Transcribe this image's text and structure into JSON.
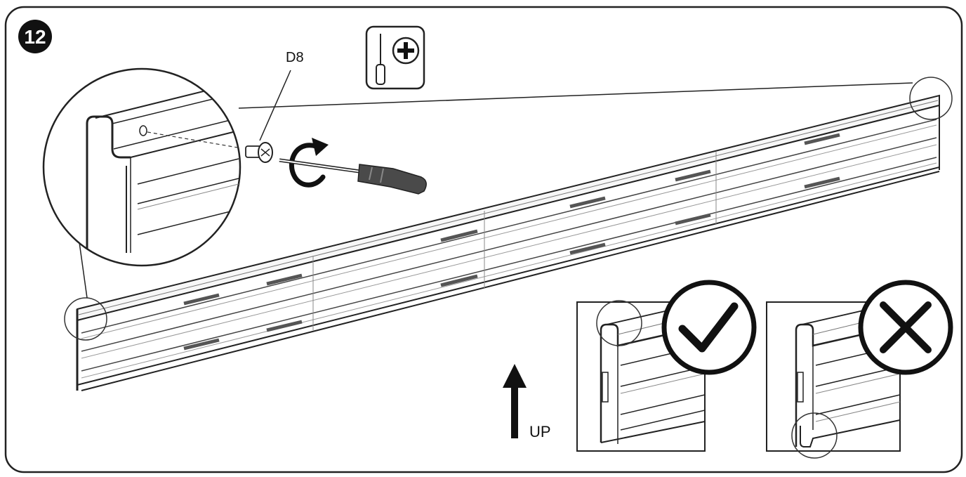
{
  "step": {
    "number": "12"
  },
  "part": {
    "code": "D8"
  },
  "tool": {
    "icon": "phillips-screwdriver-icon"
  },
  "orientation": {
    "label": "UP"
  },
  "comparison": {
    "correct_icon": "checkmark-icon",
    "incorrect_icon": "cross-icon"
  },
  "colors": {
    "line": "#1a1a1a",
    "panel": "#ffffff",
    "shade": "#8a8a8a"
  }
}
